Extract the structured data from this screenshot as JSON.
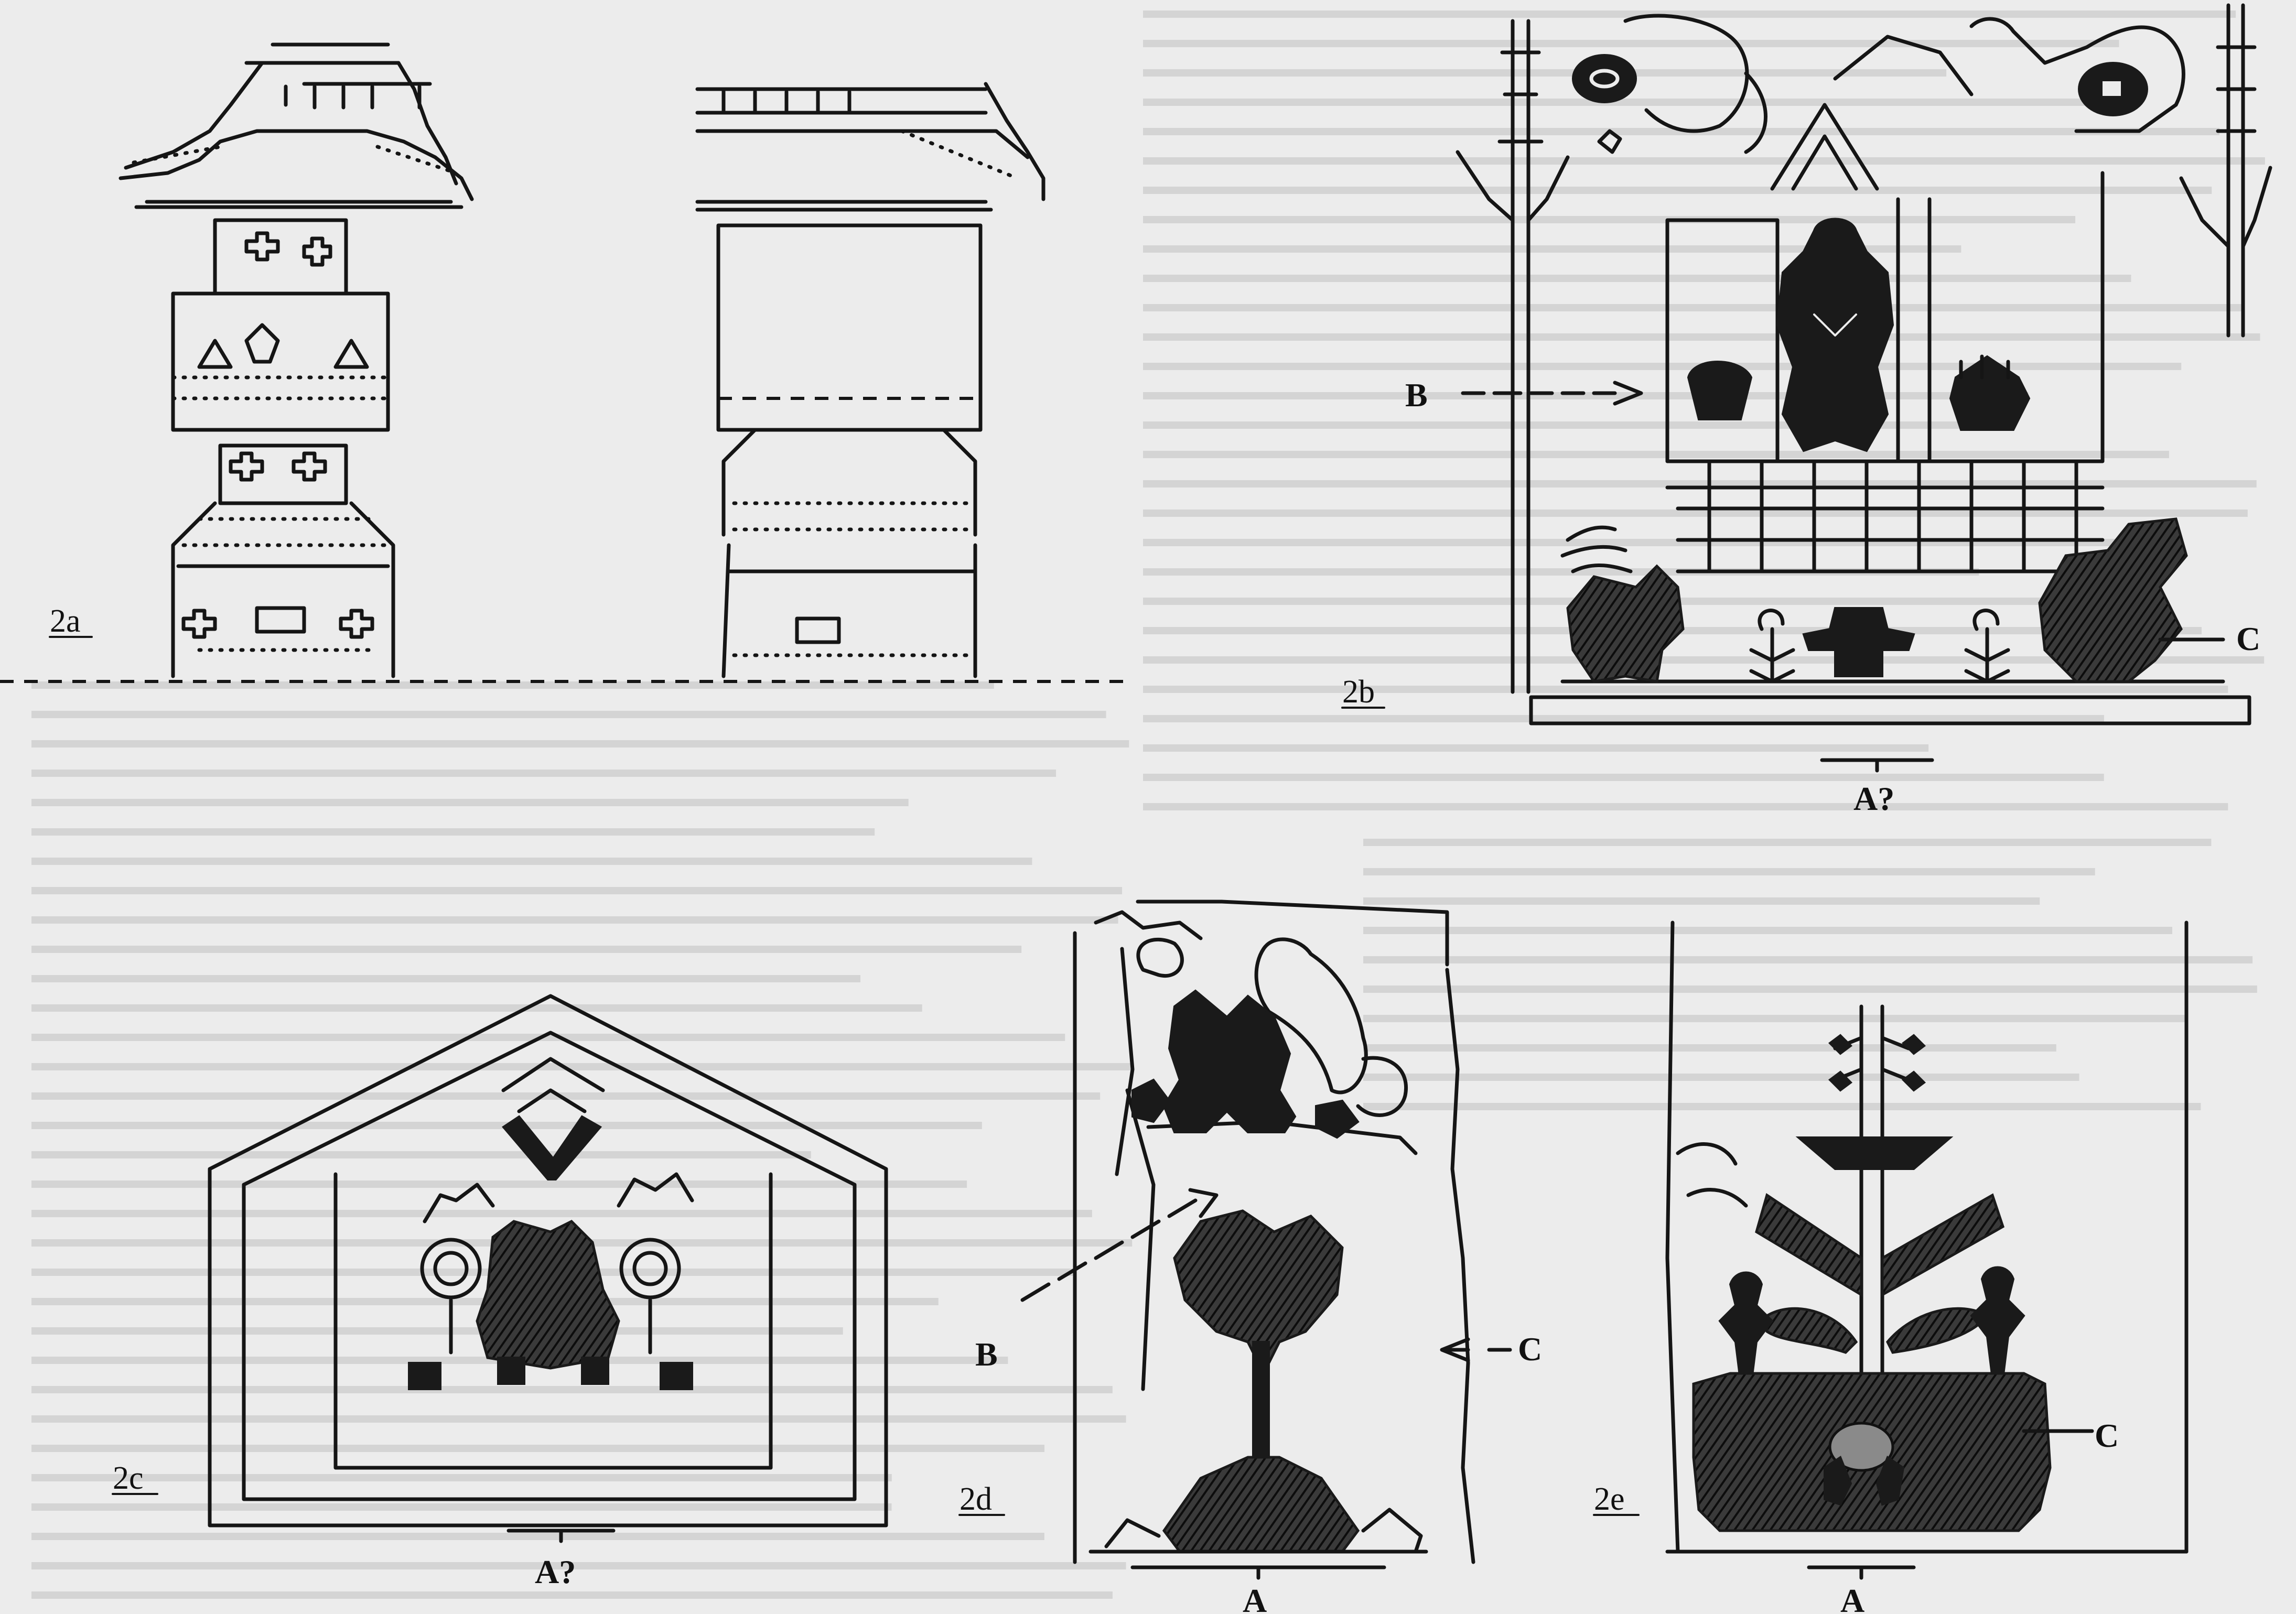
{
  "figures": [
    {
      "id": "2a",
      "label": "2a",
      "annotations": []
    },
    {
      "id": "2b",
      "label": "2b",
      "annotations": [
        "B",
        "C",
        "A?"
      ]
    },
    {
      "id": "2c",
      "label": "2c",
      "annotations": [
        "A?"
      ]
    },
    {
      "id": "2d",
      "label": "2d",
      "annotations": [
        "B",
        "C",
        "A"
      ]
    },
    {
      "id": "2e",
      "label": "2e",
      "annotations": [
        "C",
        "A"
      ]
    }
  ],
  "colors": {
    "paper": "#ececec",
    "ink": "#151515",
    "bleed_through_text": "#d4d4d4"
  }
}
